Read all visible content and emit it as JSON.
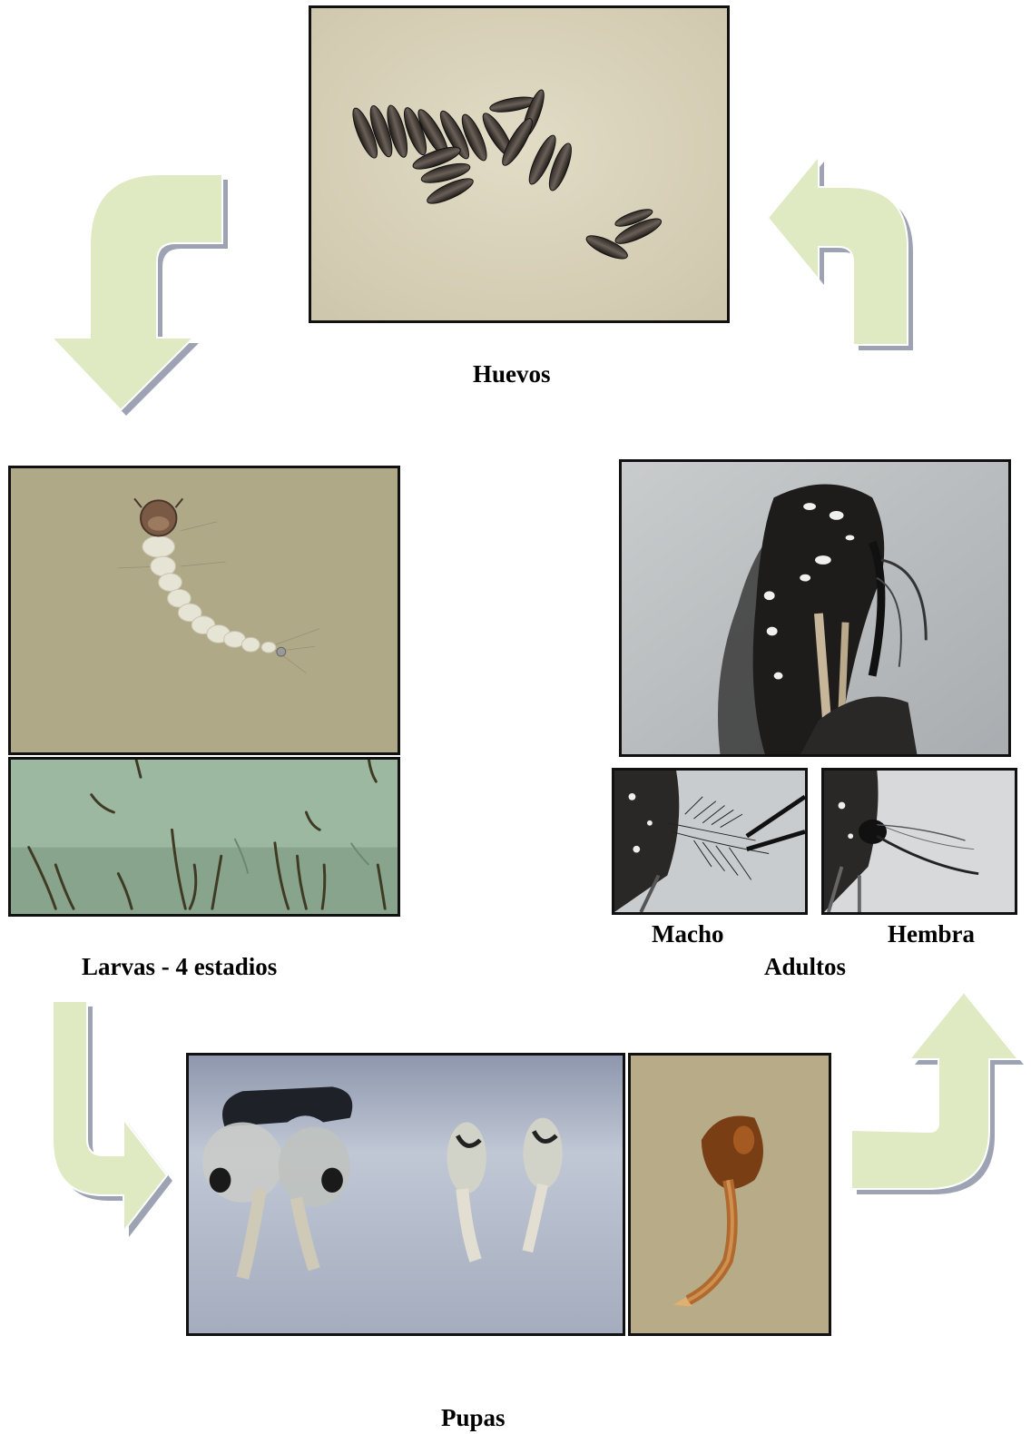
{
  "stages": {
    "eggs": "Huevos",
    "larvae": "Larvas - 4 estadios",
    "pupae": "Pupas",
    "adults": "Adultos",
    "male": "Macho",
    "female": "Hembra"
  },
  "colors": {
    "arrow_fill": "#dfe9c2",
    "arrow_shadow": "#9ea3b3",
    "photo_border": "#111111"
  }
}
